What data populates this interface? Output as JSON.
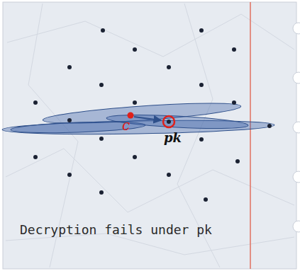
{
  "diagram": {
    "caption": "Decryption fails under pk",
    "labels": [
      "c",
      "pk"
    ]
  }
}
